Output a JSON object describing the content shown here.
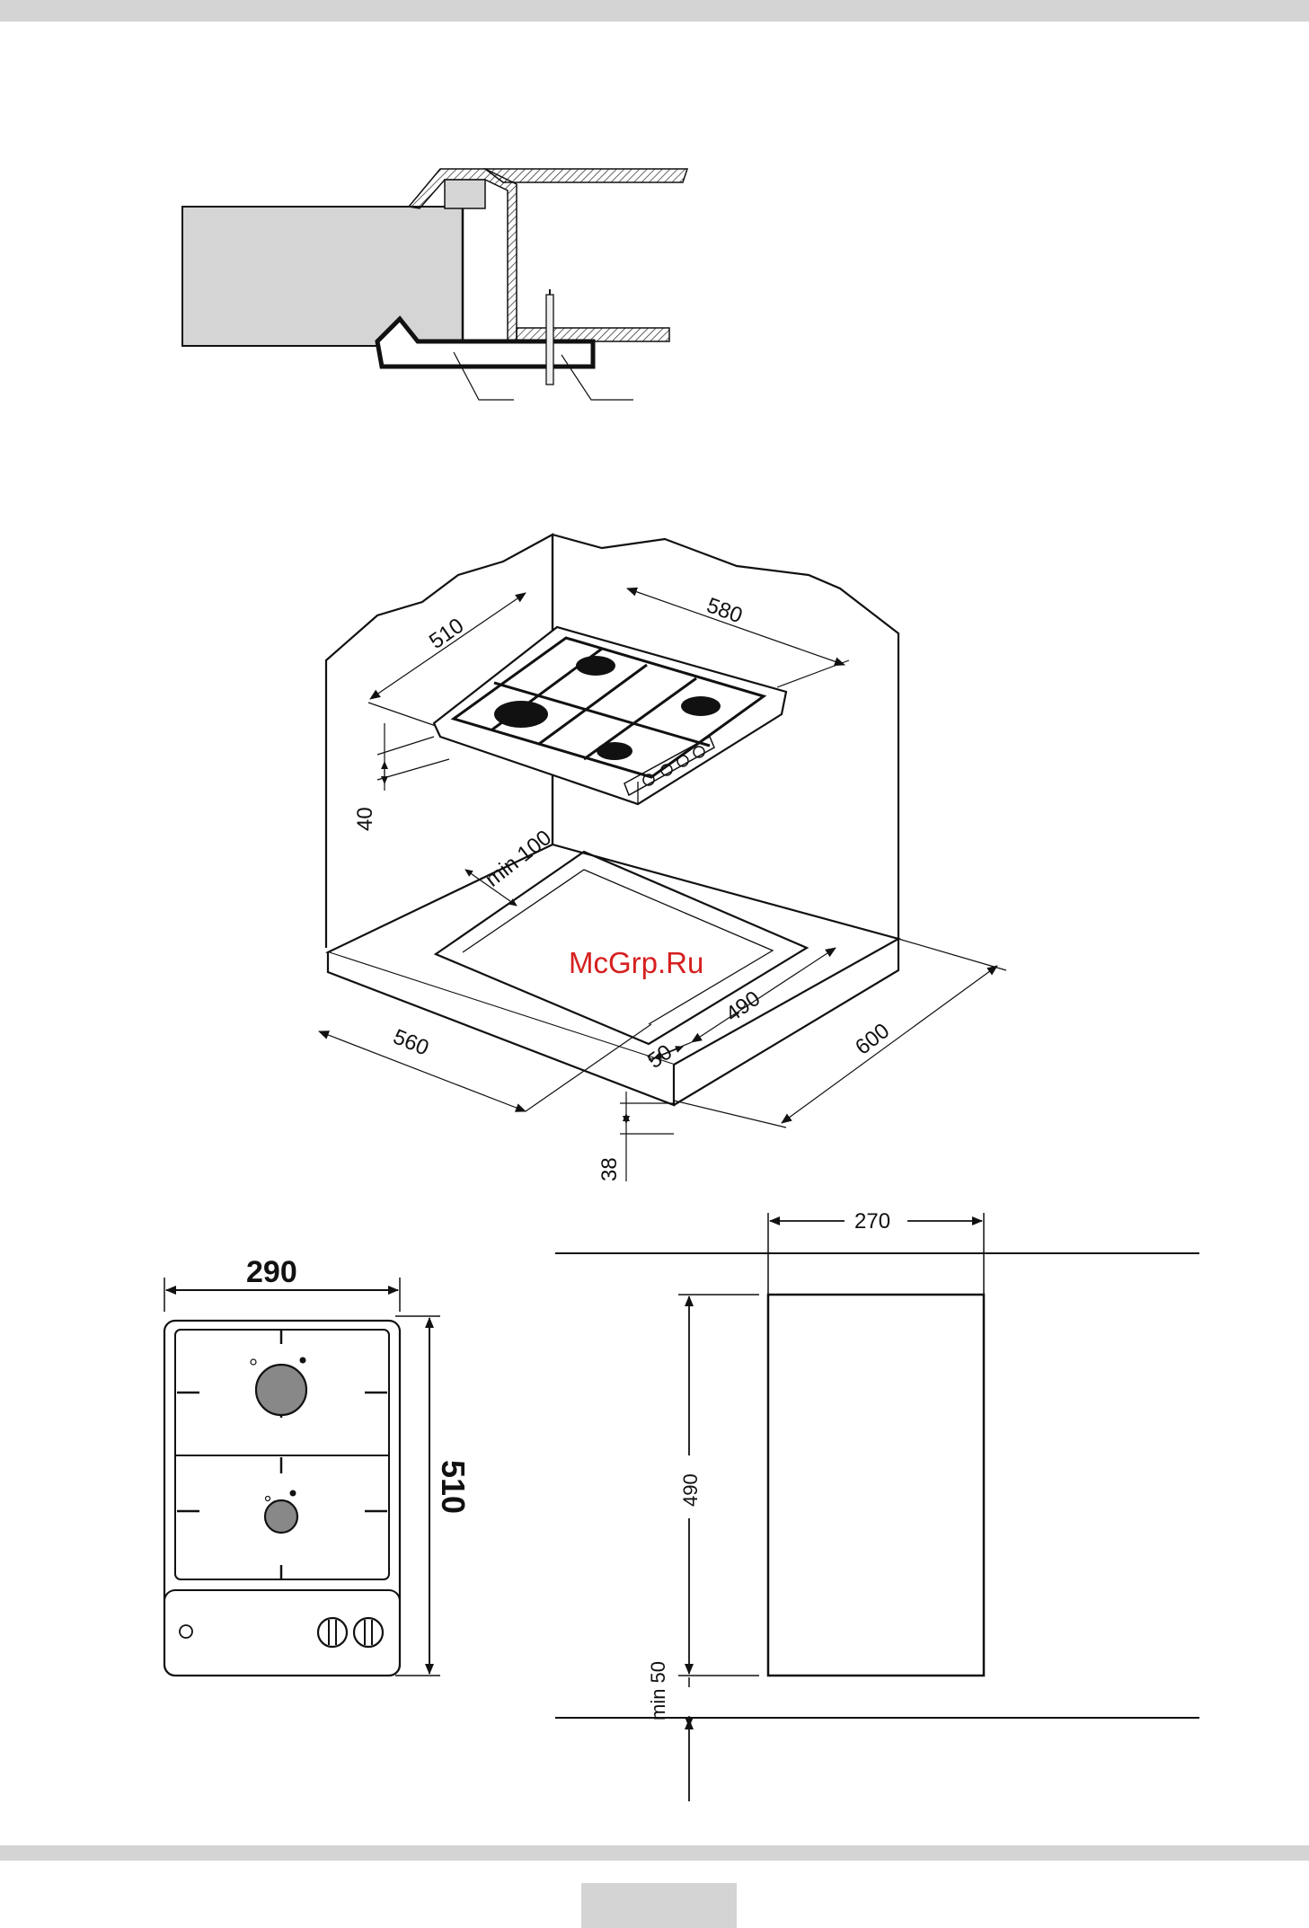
{
  "install_3d": {
    "dims": {
      "hob_width": "580",
      "hob_depth": "510",
      "hob_height": "40",
      "cutout_wall_min": "min 100",
      "cutout_depth": "490",
      "cutout_width": "560",
      "cutout_front": "50",
      "counter_depth": "600",
      "counter_thickness": "38"
    }
  },
  "watermark": "McGrp.Ru",
  "domino_front": {
    "width": "290",
    "depth": "510"
  },
  "cutout_plan": {
    "width": "270",
    "depth": "490",
    "min_clearance": "min 50"
  }
}
